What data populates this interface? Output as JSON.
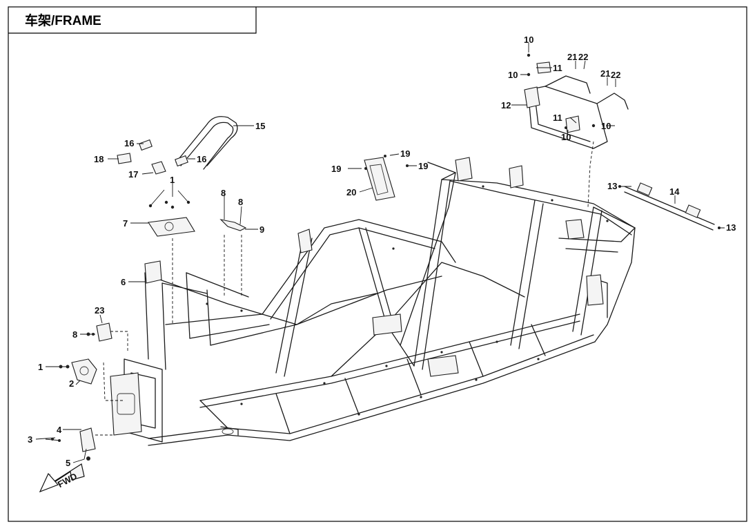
{
  "title": "车架/FRAME",
  "fwd_label": "FWD",
  "callouts": [
    "1",
    "2",
    "3",
    "4",
    "5",
    "6",
    "7",
    "8",
    "9",
    "10",
    "11",
    "12",
    "13",
    "14",
    "15",
    "16",
    "17",
    "18",
    "19",
    "20",
    "21",
    "22",
    "23"
  ]
}
